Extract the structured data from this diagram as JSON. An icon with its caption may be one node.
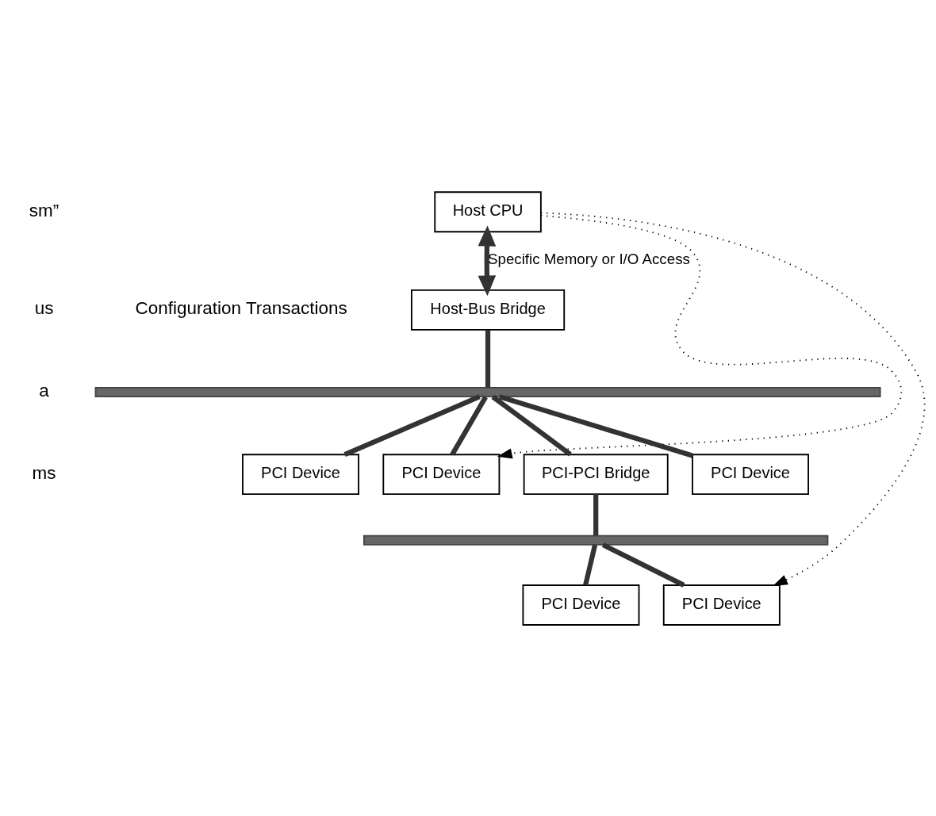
{
  "diagram": {
    "nodes": [
      {
        "text": [
          "Host CPU"
        ]
      },
      {
        "text": [
          "Host-Bus Bridge"
        ]
      },
      {
        "text": [],
        "shape": "bar"
      },
      {
        "text": [
          "PCI Device"
        ]
      },
      {
        "text": [
          "PCI Device"
        ]
      },
      {
        "text": [
          "PCI-PCI Bridge"
        ]
      },
      {
        "text": [
          "PCI Device"
        ]
      },
      {
        "text": [],
        "shape": "bar"
      },
      {
        "text": [
          "PCI Device"
        ]
      },
      {
        "text": [
          "PCI Device"
        ]
      }
    ],
    "edges": [
      {
        "from": 0,
        "to": 1,
        "arrow": "both",
        "label": "Specific Memory or I/O Access"
      },
      {
        "from": 1,
        "to": 2,
        "arrow": "none"
      },
      {
        "from": 2,
        "to": 3,
        "arrow": "none"
      },
      {
        "from": 2,
        "to": 4,
        "arrow": "none"
      },
      {
        "from": 2,
        "to": 5,
        "arrow": "none"
      },
      {
        "from": 2,
        "to": 6,
        "arrow": "none"
      },
      {
        "from": 5,
        "to": 7,
        "arrow": "none"
      },
      {
        "from": 7,
        "to": 8,
        "arrow": "none"
      },
      {
        "from": 7,
        "to": 9,
        "arrow": "none"
      },
      {
        "from": 0,
        "to": 4,
        "arrow": "to",
        "style": "dashed"
      },
      {
        "from": 0,
        "to": 9,
        "arrow": "to",
        "style": "dashed"
      }
    ],
    "labels": [
      "sm”",
      "us",
      "a",
      "ms",
      "Configuration Transactions"
    ]
  }
}
